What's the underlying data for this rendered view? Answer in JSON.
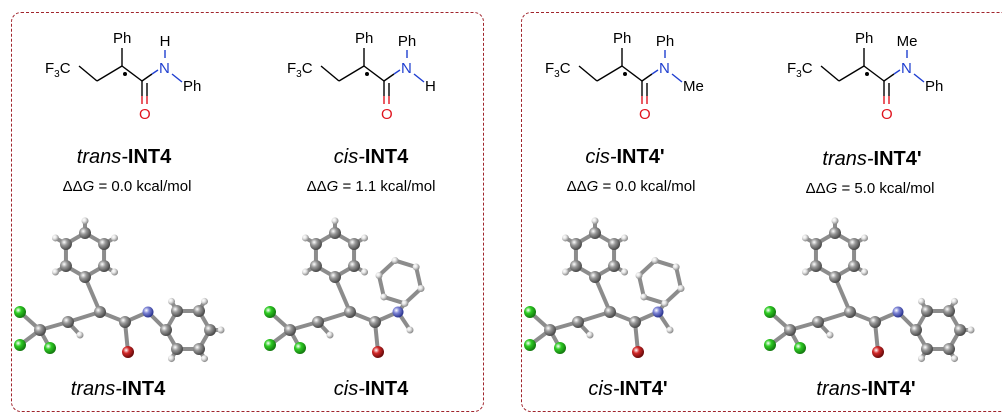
{
  "structures": [
    {
      "title_prefix": "trans-",
      "title_main": "INT4",
      "energy_prefix": "ΔΔ",
      "energy_var": "G",
      "energy_value": " = 0.0 kcal/mol",
      "model_prefix": "trans-",
      "model_main": "INT4",
      "n_sub_top": "H",
      "n_sub_side": "Ph"
    },
    {
      "title_prefix": "cis-",
      "title_main": "INT4",
      "energy_prefix": "ΔΔ",
      "energy_var": "G",
      "energy_value": " = 1.1 kcal/mol",
      "model_prefix": "cis-",
      "model_main": "INT4",
      "n_sub_top": "Ph",
      "n_sub_side": "H"
    },
    {
      "title_prefix": "cis-",
      "title_main": "INT4'",
      "energy_prefix": "ΔΔ",
      "energy_var": "G",
      "energy_value": " = 0.0 kcal/mol",
      "model_prefix": "cis-",
      "model_main": "INT4'",
      "n_sub_top": "Ph",
      "n_sub_side": "Me"
    },
    {
      "title_prefix": "trans-",
      "title_main": "INT4'",
      "energy_prefix": "ΔΔ",
      "energy_var": "G",
      "energy_value": " = 5.0 kcal/mol",
      "model_prefix": "trans-",
      "model_main": "INT4'",
      "n_sub_top": "Me",
      "n_sub_side": "Ph"
    }
  ],
  "atoms": {
    "cf3": "F",
    "cf3_sub": "3",
    "cf3_c": "C",
    "ph": "Ph",
    "nitrogen": "N",
    "oxygen": "O"
  },
  "colors": {
    "panel_border": "#a0242c",
    "nitrogen": "#1f3fd0",
    "oxygen": "#e0141e",
    "carbon_ball": "#9a9a9a",
    "fluorine_ball": "#2ecc23",
    "hydrogen_ball": "#e6e6e6",
    "nitrogen_ball": "#7f86d6",
    "oxygen_ball": "#d42a2a"
  }
}
